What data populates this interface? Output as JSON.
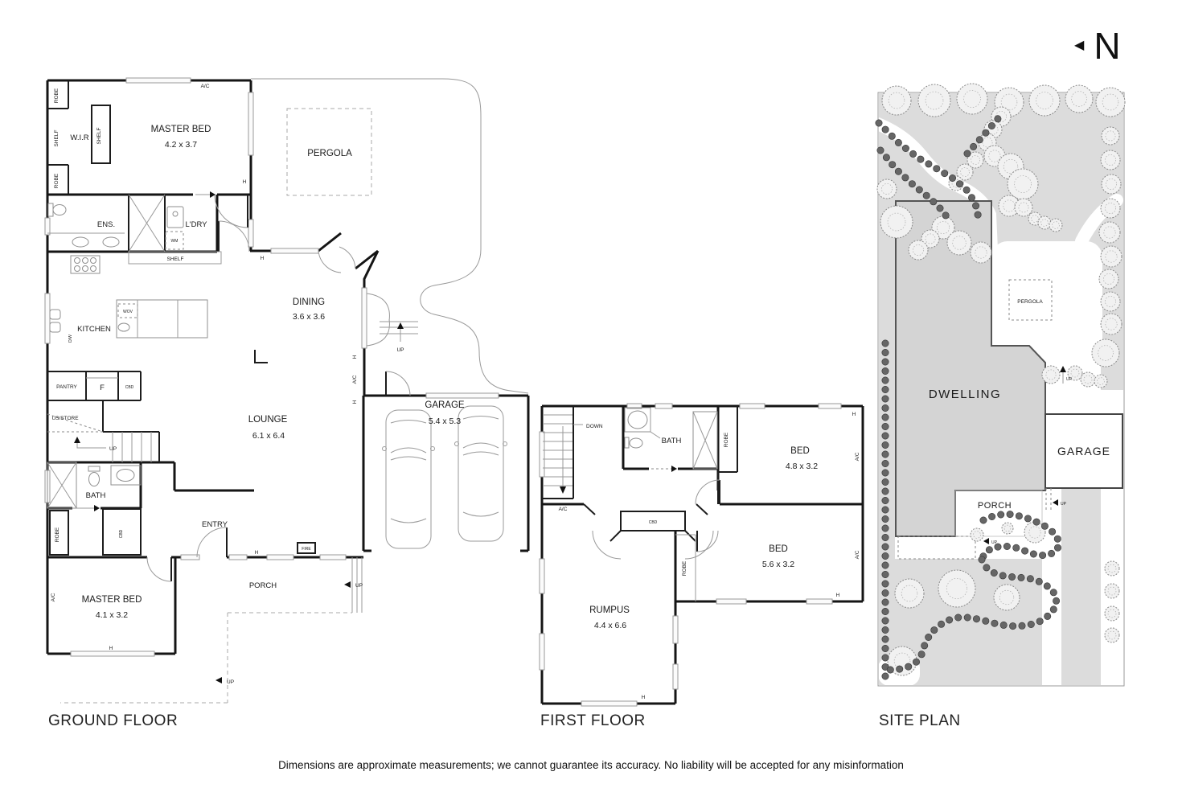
{
  "north": {
    "label": "N"
  },
  "titles": {
    "ground": "GROUND FLOOR",
    "first": "FIRST FLOOR",
    "site": "SITE PLAN"
  },
  "disclaimer": "Dimensions are approximate measurements; we cannot guarantee its accuracy. No liability will be accepted for any misinformation",
  "labels": {
    "robe": "ROBE",
    "shelf": "SHELF",
    "wir": "W.I.R",
    "ac": "A/C",
    "h": "H",
    "ens": "ENS.",
    "ldry": "L'DRY",
    "wm": "WM",
    "kitchen": "KITCHEN",
    "dw": "D/W",
    "wov": "WOV",
    "pantry": "PANTRY",
    "fridge": "F",
    "cbd": "CBD",
    "us_store": "US/STORE",
    "up": "UP",
    "down": "DOWN",
    "bath": "BATH",
    "entry": "ENTRY",
    "fire": "FIRE",
    "porch": "PORCH"
  },
  "rooms": {
    "master_bed_1": {
      "name": "MASTER BED",
      "dims": "4.2 x 3.7"
    },
    "pergola": {
      "name": "PERGOLA"
    },
    "dining": {
      "name": "DINING",
      "dims": "3.6 x 3.6"
    },
    "lounge": {
      "name": "LOUNGE",
      "dims": "6.1 x 6.4"
    },
    "garage": {
      "name": "GARAGE",
      "dims": "5.4 x 5.3"
    },
    "master_bed_2": {
      "name": "MASTER BED",
      "dims": "4.1 x 3.2"
    },
    "bed_1": {
      "name": "BED",
      "dims": "4.8 x 3.2"
    },
    "bed_2": {
      "name": "BED",
      "dims": "5.6 x 3.2"
    },
    "rumpus": {
      "name": "RUMPUS",
      "dims": "4.4 x 6.6"
    }
  },
  "site": {
    "dwelling": "DWELLING",
    "garage": "GARAGE",
    "porch": "PORCH",
    "pergola": "PERGOLA"
  }
}
